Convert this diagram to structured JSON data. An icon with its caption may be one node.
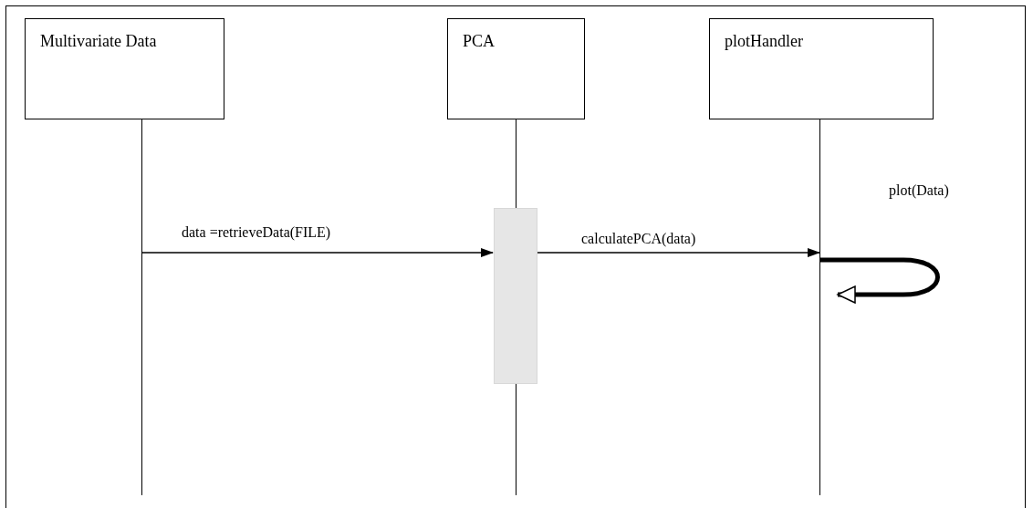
{
  "diagram": {
    "nodes": [
      {
        "text": [
          "Multivariate Data"
        ]
      },
      {
        "text": [
          "PCA"
        ]
      },
      {
        "text": [
          "plotHandler"
        ]
      },
      {
        "text": [],
        "shape": "line"
      },
      {
        "text": [],
        "shape": "line"
      },
      {
        "text": [],
        "shape": "line"
      },
      {
        "text": [],
        "shape": "bar"
      }
    ],
    "edges": [
      {
        "from": 3,
        "to": 6,
        "arrow": "to",
        "label": "data =retrieveData(FILE)"
      },
      {
        "from": 6,
        "to": 5,
        "arrow": "to",
        "label": "calculatePCA(data)"
      },
      {
        "from": 5,
        "to": 5,
        "arrow": "to",
        "label": "plot(Data)",
        "style": "thick"
      }
    ]
  }
}
